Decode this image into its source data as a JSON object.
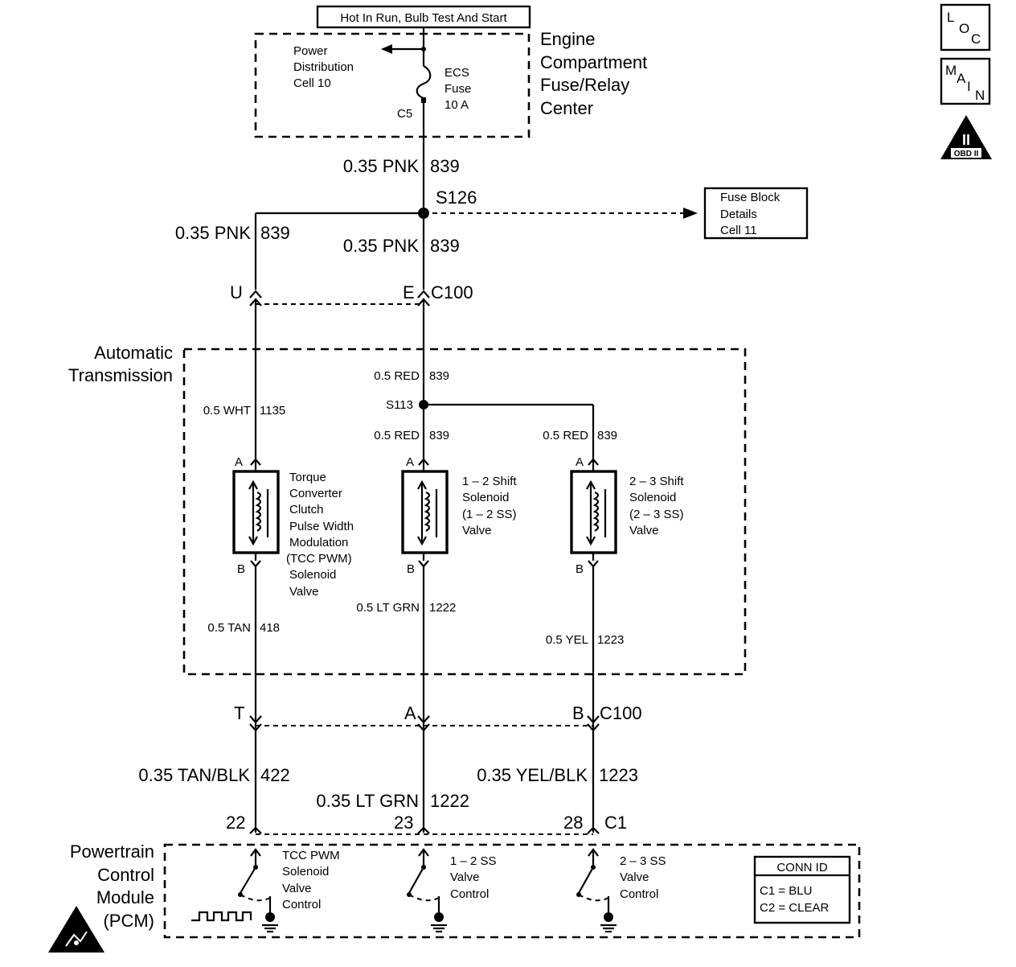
{
  "header": {
    "power_label": "Hot In Run, Bulb Test And Start"
  },
  "fuse_center": {
    "title": [
      "Engine",
      "Compartment",
      "Fuse/Relay",
      "Center"
    ],
    "power_distribution": [
      "Power",
      "Distribution",
      "Cell 10"
    ],
    "fuse": [
      "ECS",
      "Fuse",
      "10 A"
    ],
    "connector": "C5"
  },
  "side_icons": {
    "loc": [
      "L",
      "O",
      "C"
    ],
    "main": [
      "M",
      "A",
      "I",
      "N"
    ],
    "obd": {
      "numeral": "II",
      "label": "OBD II"
    }
  },
  "splice_s126": {
    "label": "S126",
    "wire_in": {
      "gauge_color": "0.35 PNK",
      "circuit": "839"
    },
    "wire_left": {
      "gauge_color": "0.35 PNK",
      "circuit": "839"
    },
    "wire_down": {
      "gauge_color": "0.35 PNK",
      "circuit": "839"
    }
  },
  "fuse_block_ref": [
    "Fuse Block",
    "Details",
    "Cell 11"
  ],
  "c100_top": {
    "left_pin": "U",
    "right_pin": "E",
    "connector": "C100"
  },
  "transmission": {
    "title": [
      "Automatic",
      "Transmission"
    ],
    "wire_wht": {
      "gauge_color": "0.5 WHT",
      "circuit": "1135"
    },
    "wire_red_top": {
      "gauge_color": "0.5 RED",
      "circuit": "839"
    },
    "splice_s113": "S113",
    "wire_red_mid": {
      "gauge_color": "0.5 RED",
      "circuit": "839"
    },
    "wire_red_right": {
      "gauge_color": "0.5 RED",
      "circuit": "839"
    },
    "solenoids": [
      {
        "pin_a": "A",
        "pin_b": "B",
        "label": [
          "Torque",
          "Converter",
          "Clutch",
          "Pulse Width",
          "Modulation",
          "(TCC PWM)",
          "Solenoid",
          "Valve"
        ]
      },
      {
        "pin_a": "A",
        "pin_b": "B",
        "label": [
          "1 – 2 Shift",
          "Solenoid",
          "(1 – 2 SS)",
          "Valve"
        ]
      },
      {
        "pin_a": "A",
        "pin_b": "B",
        "label": [
          "2 – 3 Shift",
          "Solenoid",
          "(2 – 3 SS)",
          "Valve"
        ]
      }
    ],
    "wire_tan": {
      "gauge_color": "0.5 TAN",
      "circuit": "418"
    },
    "wire_ltgrn": {
      "gauge_color": "0.5 LT GRN",
      "circuit": "1222"
    },
    "wire_yel": {
      "gauge_color": "0.5 YEL",
      "circuit": "1223"
    }
  },
  "c100_bottom": {
    "pins": [
      "T",
      "A",
      "B"
    ],
    "connector": "C100"
  },
  "pcm_wires": [
    {
      "gauge_color": "0.35 TAN/BLK",
      "circuit": "422"
    },
    {
      "gauge_color": "0.35 LT GRN",
      "circuit": "1222"
    },
    {
      "gauge_color": "0.35 YEL/BLK",
      "circuit": "1223"
    }
  ],
  "pcm_pins": {
    "pins": [
      "22",
      "23",
      "28"
    ],
    "connector": "C1"
  },
  "pcm": {
    "title": [
      "Powertrain",
      "Control",
      "Module",
      "(PCM)"
    ],
    "controls": [
      [
        "TCC PWM",
        "Solenoid",
        "Valve",
        "Control"
      ],
      [
        "1 – 2 SS",
        "Valve",
        "Control"
      ],
      [
        "2 – 3 SS",
        "Valve",
        "Control"
      ]
    ],
    "conn_id": {
      "title": "CONN ID",
      "rows": [
        "C1  =  BLU",
        "C2  =  CLEAR"
      ]
    }
  }
}
